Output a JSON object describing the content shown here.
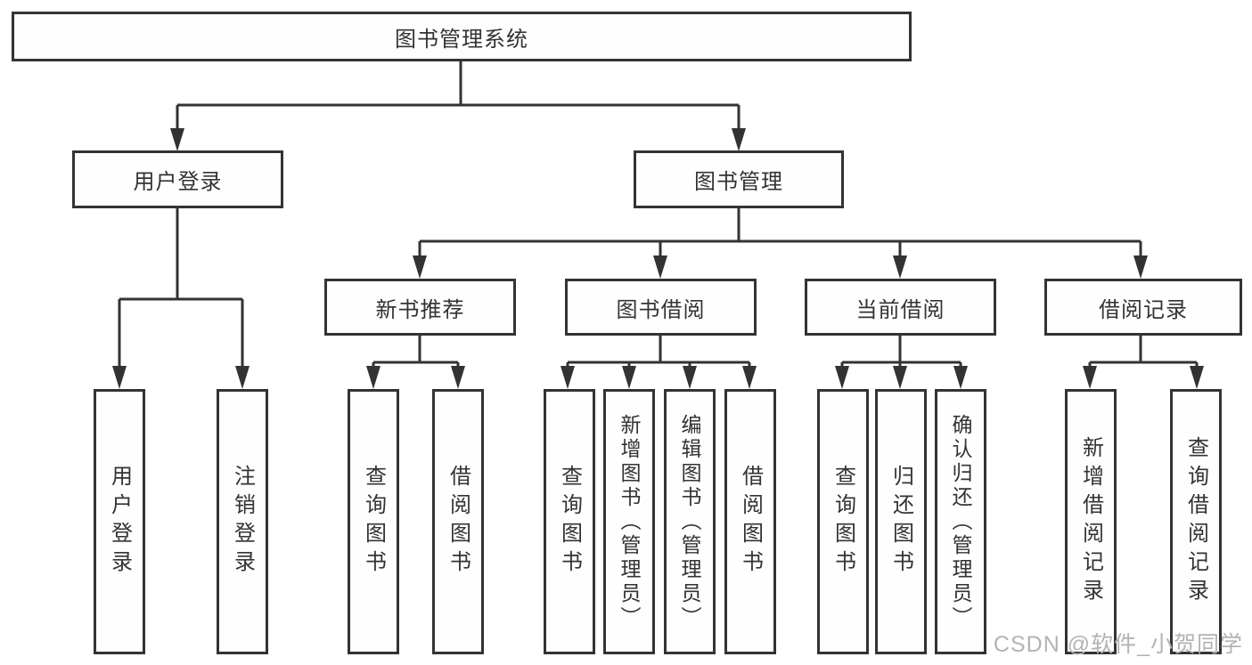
{
  "colors": {
    "line": "#333333",
    "box_border": "#333333",
    "box_fill": "#fefefe",
    "text": "#333333",
    "watermark": "#b3b3b3",
    "background": "#ffffff"
  },
  "diagram": {
    "type": "hierarchy-tree",
    "nodes": {
      "root": {
        "label": "图书管理系统"
      },
      "user_login": {
        "label": "用户登录"
      },
      "book_management": {
        "label": "图书管理"
      },
      "new_book_recommend": {
        "label": "新书推荐"
      },
      "book_borrow": {
        "label": "图书借阅"
      },
      "current_borrow": {
        "label": "当前借阅"
      },
      "borrow_records": {
        "label": "借阅记录"
      },
      "leaf_user_login": {
        "label": "用户登录"
      },
      "leaf_logout": {
        "label": "注销登录"
      },
      "leaf_nb_query_book": {
        "label": "查询图书"
      },
      "leaf_nb_borrow_book": {
        "label": "借阅图书"
      },
      "leaf_bb_query_book": {
        "label": "查询图书"
      },
      "leaf_bb_add_book_admin": {
        "label": "新增图书（管理员）"
      },
      "leaf_bb_edit_book_admin": {
        "label": "编辑图书（管理员）"
      },
      "leaf_bb_borrow_book": {
        "label": "借阅图书"
      },
      "leaf_cb_query_book": {
        "label": "查询图书"
      },
      "leaf_cb_return_book": {
        "label": "归还图书"
      },
      "leaf_cb_confirm_return_admin": {
        "label": "确认归还（管理员）"
      },
      "leaf_br_add_record": {
        "label": "新增借阅记录"
      },
      "leaf_br_query_record": {
        "label": "查询借阅记录"
      }
    },
    "edges": [
      [
        "root",
        "user_login"
      ],
      [
        "root",
        "book_management"
      ],
      [
        "user_login",
        "leaf_user_login"
      ],
      [
        "user_login",
        "leaf_logout"
      ],
      [
        "book_management",
        "new_book_recommend"
      ],
      [
        "book_management",
        "book_borrow"
      ],
      [
        "book_management",
        "current_borrow"
      ],
      [
        "book_management",
        "borrow_records"
      ],
      [
        "new_book_recommend",
        "leaf_nb_query_book"
      ],
      [
        "new_book_recommend",
        "leaf_nb_borrow_book"
      ],
      [
        "book_borrow",
        "leaf_bb_query_book"
      ],
      [
        "book_borrow",
        "leaf_bb_add_book_admin"
      ],
      [
        "book_borrow",
        "leaf_bb_edit_book_admin"
      ],
      [
        "book_borrow",
        "leaf_bb_borrow_book"
      ],
      [
        "current_borrow",
        "leaf_cb_query_book"
      ],
      [
        "current_borrow",
        "leaf_cb_return_book"
      ],
      [
        "current_borrow",
        "leaf_cb_confirm_return_admin"
      ],
      [
        "borrow_records",
        "leaf_br_add_record"
      ],
      [
        "borrow_records",
        "leaf_br_query_record"
      ]
    ]
  },
  "watermark": {
    "text": "CSDN @软件_小贺同学"
  }
}
